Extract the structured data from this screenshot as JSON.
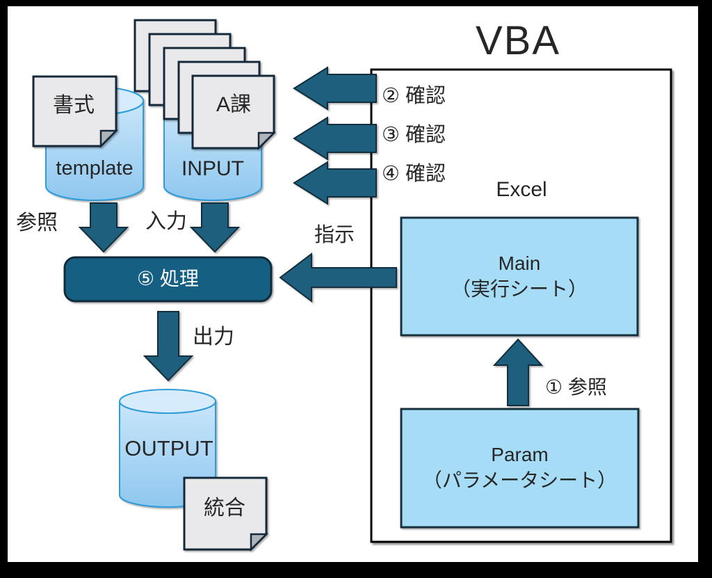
{
  "header": {
    "title": "VBA"
  },
  "excel_panel": {
    "label": "Excel",
    "main_sheet": {
      "name": "Main",
      "subtitle": "（実行シート）"
    },
    "param_sheet": {
      "name": "Param",
      "subtitle": "（パラメータシート）"
    }
  },
  "datastores": {
    "template": {
      "label": "template",
      "note": "書式"
    },
    "input": {
      "label": "INPUT",
      "note": "A課"
    },
    "output": {
      "label": "OUTPUT",
      "note": "統合"
    }
  },
  "process": {
    "label": "⑤ 処理"
  },
  "flow_labels": {
    "check2": "② 確認",
    "check3": "③ 確認",
    "check4": "④ 確認",
    "refer_param": "① 参照",
    "refer_template": "参照",
    "input_flow": "入力",
    "instruct": "指示",
    "output_flow": "出力"
  },
  "colors": {
    "arrow_fill": "#1E5F7E",
    "arrow_stroke": "#122E3D",
    "process_fill": "#156082",
    "process_stroke": "#0D2B3A",
    "sheet_fill": "#A6DCF6",
    "sheet_stroke": "#16303E",
    "cylinder_stroke": "#2D9CD9",
    "cylinder_body_top": "#C9E6FA",
    "cylinder_body_bottom": "#8FC7EF",
    "cylinder_lid": "#D6ECFC",
    "paper_fill": "#E9E9EB",
    "paper_stroke": "#16293A",
    "fold_fill": "#AEB4BA",
    "frame": "#000000",
    "text": "#262626",
    "process_text": "#FFFFFF"
  }
}
